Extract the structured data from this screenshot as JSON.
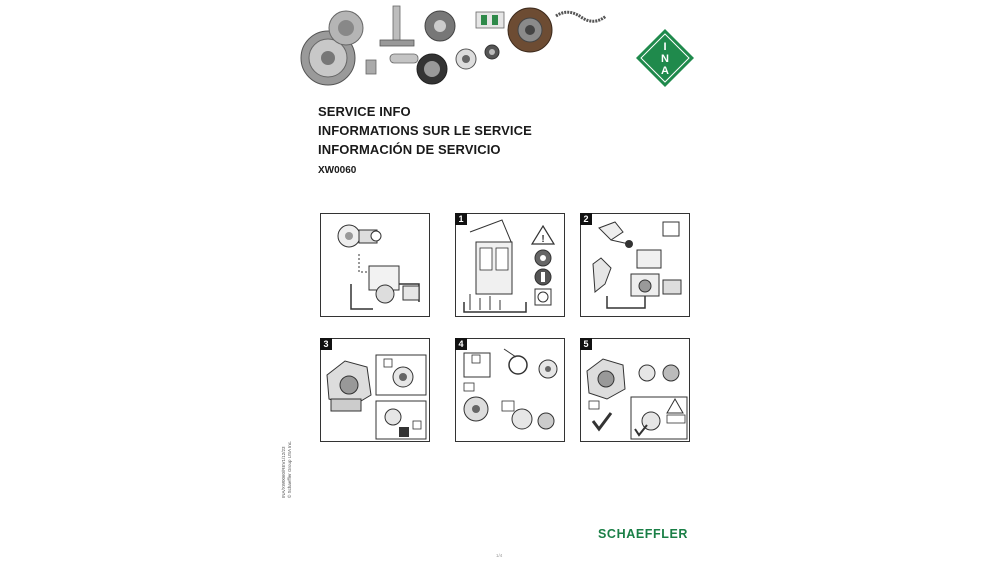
{
  "document": {
    "titles": [
      "SERVICE INFO",
      "INFORMATIONS SUR LE SERVICE",
      "INFORMACIÓN DE SERVICIO"
    ],
    "code": "XW0060",
    "brand_logo_letters": [
      "I",
      "N",
      "A"
    ],
    "brand_logo_color": "#1f8a4c",
    "footer_brand": "SCHAEFFLER",
    "footer_brand_color": "#1a7f46",
    "side_text_lines": [
      "INA/XW0060/REV1/12/23",
      "© Schaeffler Group USA Inc."
    ],
    "page_number": "1/4"
  },
  "panels": [
    {
      "step": ""
    },
    {
      "step": "1"
    },
    {
      "step": "2"
    },
    {
      "step": "3"
    },
    {
      "step": "4"
    },
    {
      "step": "5"
    }
  ],
  "warning_icons": [
    "warning-triangle-icon",
    "ventilation-icon",
    "fire-extinguisher-icon",
    "recycling-icon"
  ]
}
